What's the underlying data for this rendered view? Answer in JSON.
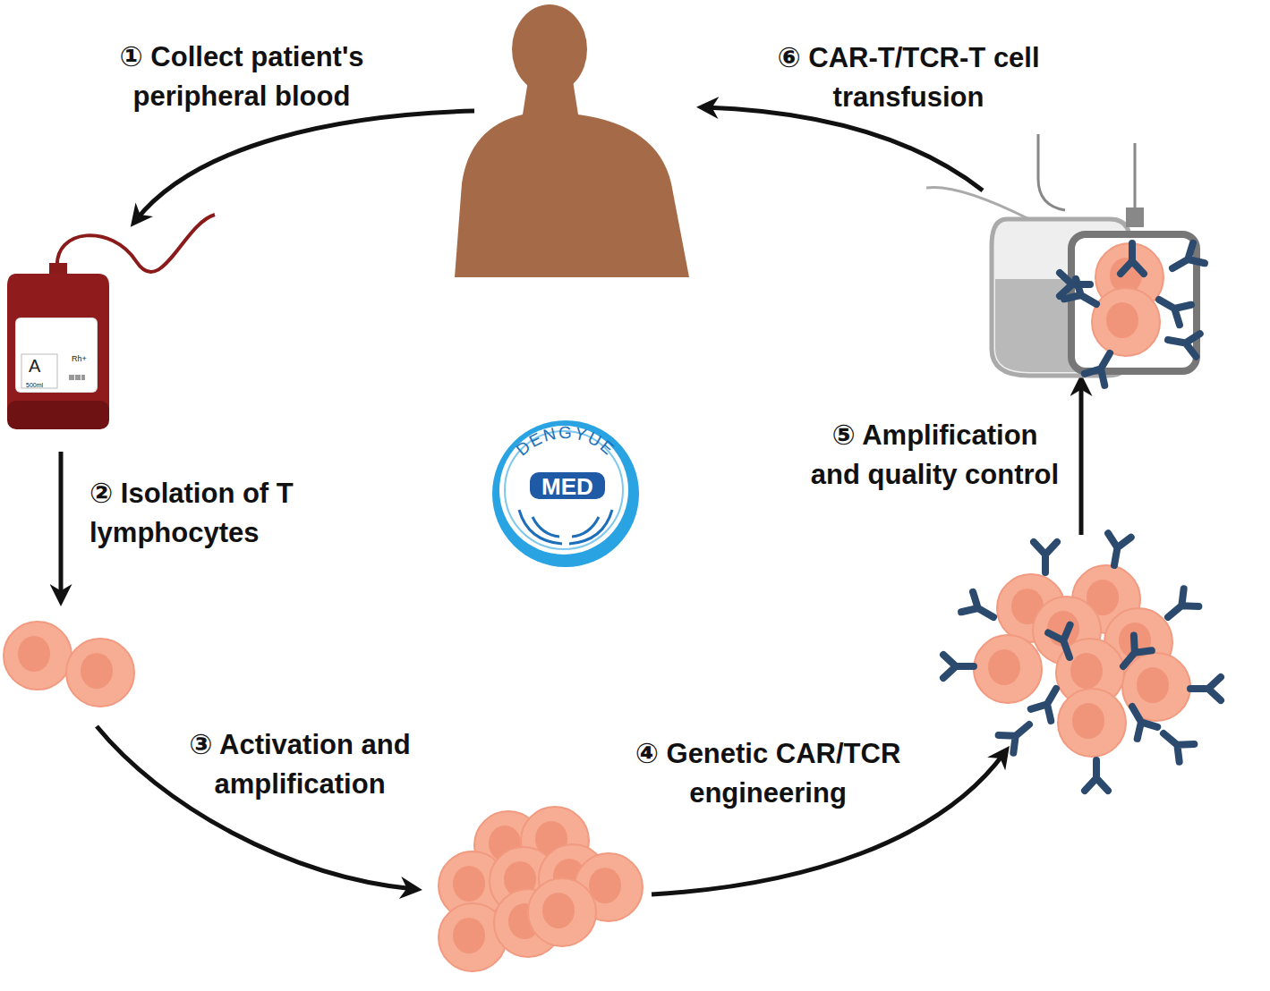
{
  "diagram": {
    "nodes": [
      {
        "text": [
          "A",
          "Rh+",
          "500ml"
        ]
      }
    ],
    "labels": [
      "① Collect patient's peripheral blood",
      "② Isolation of T lymphocytes",
      "③ Activation and amplification",
      "④ Genetic CAR/TCR engineering",
      "⑤ Amplification and quality control",
      "⑥ CAR-T/TCR-T cell transfusion",
      "DENGYUE",
      "MED"
    ]
  }
}
